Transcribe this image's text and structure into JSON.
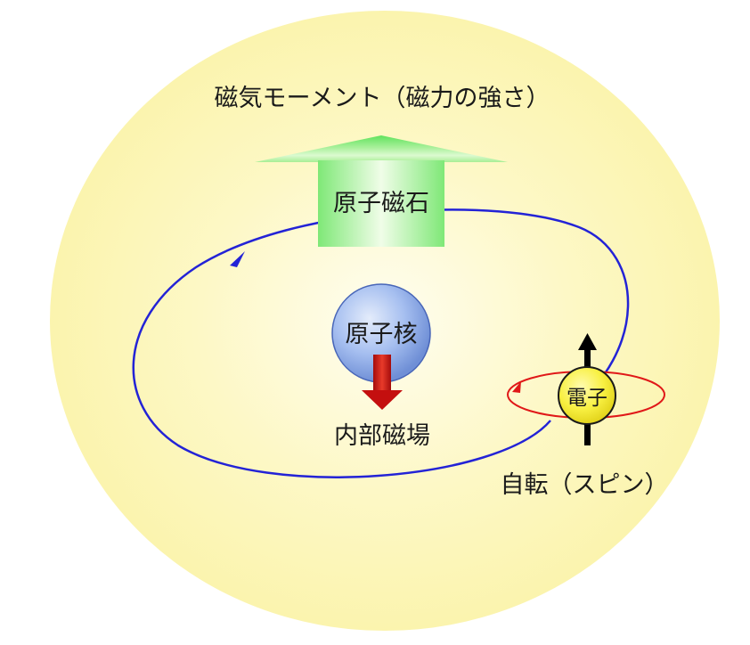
{
  "diagram": {
    "title": "磁気モーメント（磁力の強さ）",
    "atomic_magnet_label": "原子磁石",
    "nucleus_label": "原子核",
    "internal_field_label": "内部磁場",
    "electron_label": "電子",
    "spin_label": "自転（スピン）"
  },
  "colors": {
    "background_glow_center": "#fffbe4",
    "background_glow_edge": "#fcf6b6",
    "orbit": "#2323d6",
    "spin_orbit": "#e01818",
    "nucleus": "#8eaee8",
    "electron": "#f6f03a",
    "green_arrow": "#6ee86a",
    "red_arrow": "#c40f0f",
    "spin_arrow": "#000000"
  }
}
